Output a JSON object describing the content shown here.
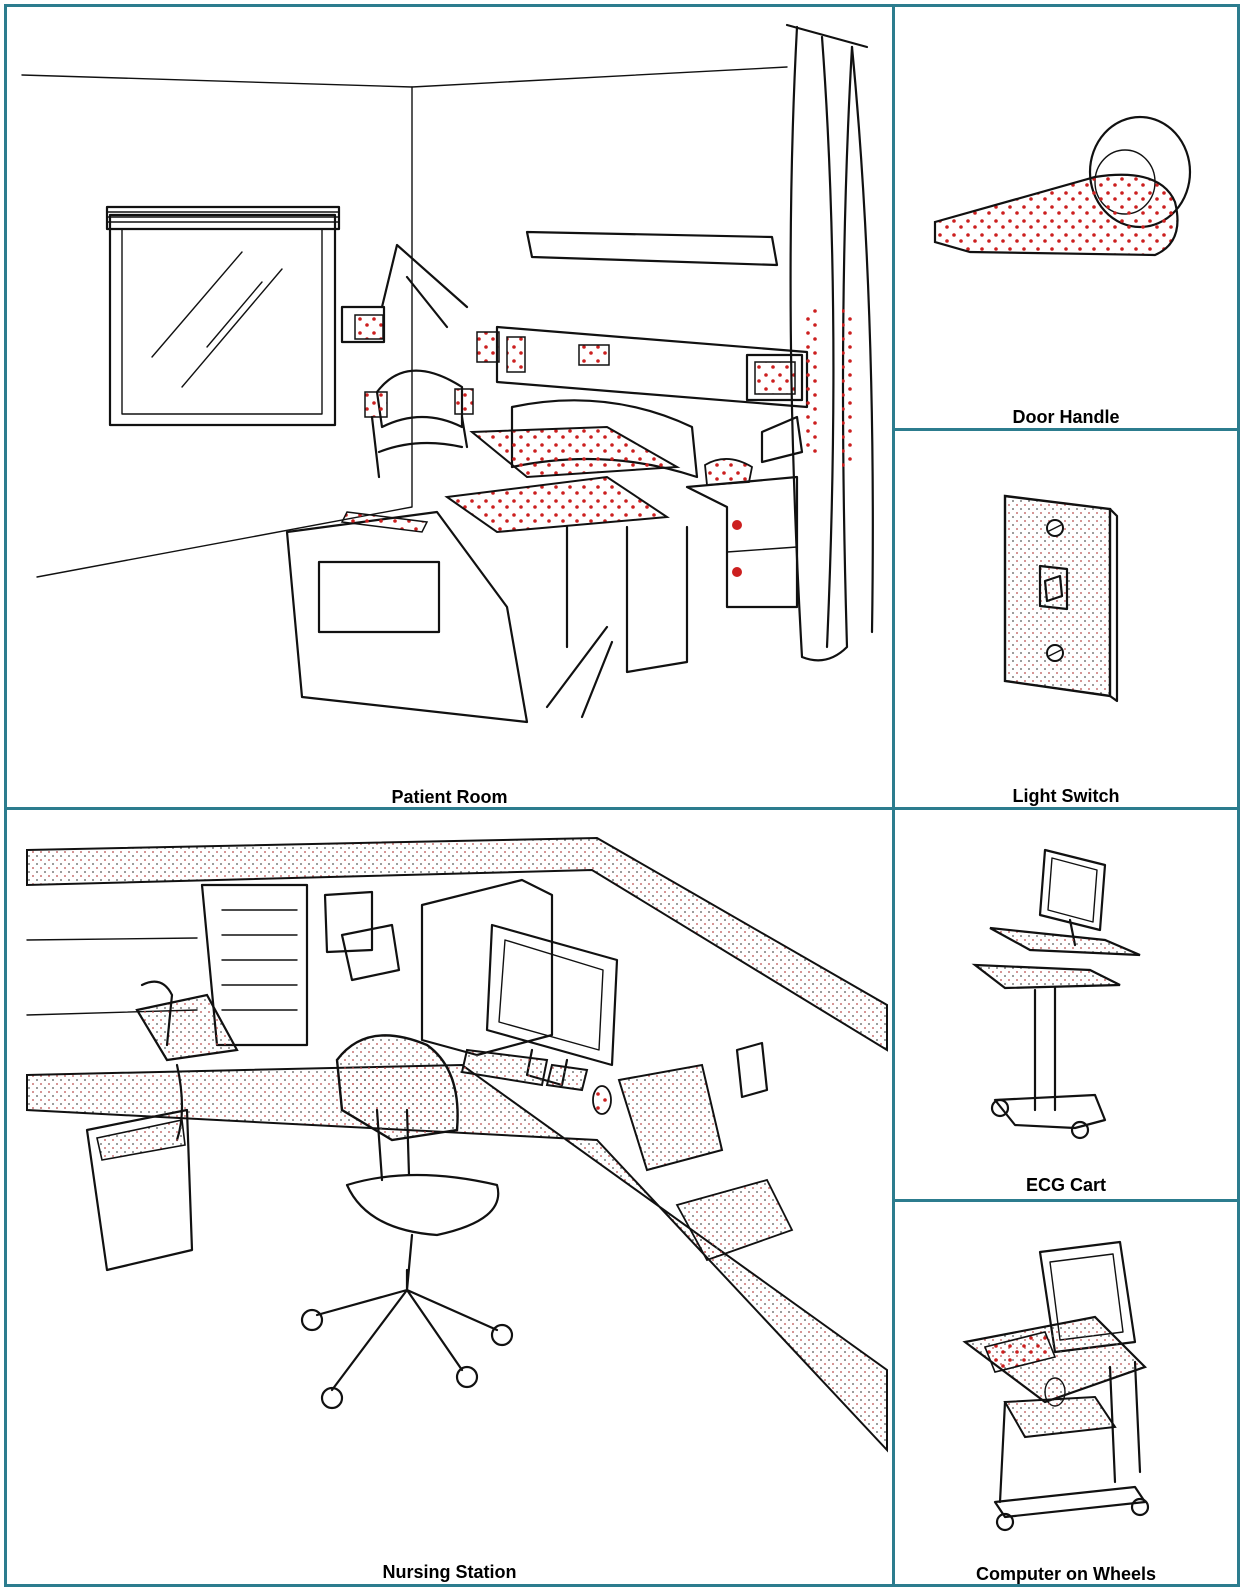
{
  "panels": {
    "patient_room": {
      "caption": "Patient Room"
    },
    "door_handle": {
      "caption": "Door Handle"
    },
    "light_switch": {
      "caption": "Light Switch"
    },
    "nursing_station": {
      "caption": "Nursing Station"
    },
    "ecg_cart": {
      "caption": "ECG Cart"
    },
    "computer_on_wheels": {
      "caption": "Computer on Wheels"
    }
  },
  "colors": {
    "border": "#2c7c8e",
    "contamination_dots": "#cc1f1f",
    "ink": "#111111"
  }
}
